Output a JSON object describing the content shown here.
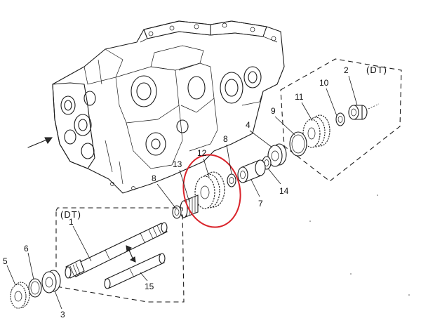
{
  "kit_labels": {
    "upper": "(DT)",
    "lower": "(DT)"
  },
  "callouts": {
    "c1": "1",
    "c2": "2",
    "c3": "3",
    "c4": "4",
    "c5": "5",
    "c6": "6",
    "c7": "7",
    "c8a": "8",
    "c8b": "8",
    "c9": "9",
    "c10": "10",
    "c11": "11",
    "c12": "12",
    "c13": "13",
    "c14": "14",
    "c15": "15"
  },
  "highlight": {
    "color": "#d9232a",
    "target": "12"
  },
  "line_color": "#1a1a1a"
}
